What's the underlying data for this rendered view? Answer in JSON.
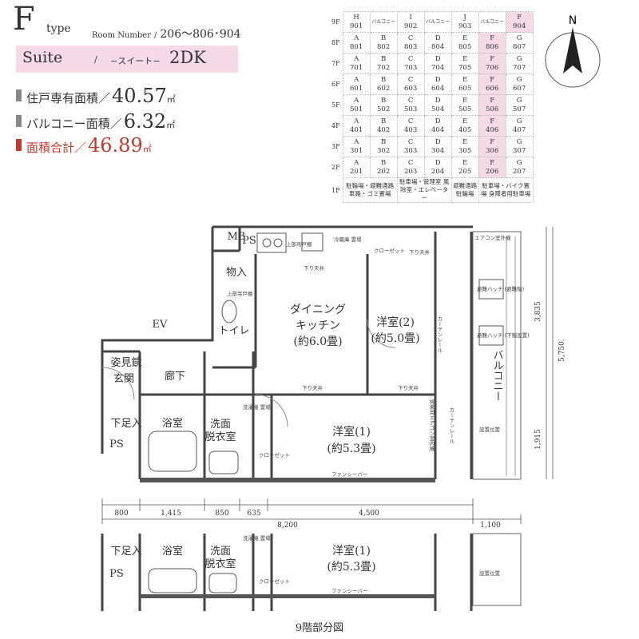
{
  "header": {
    "type_letter": "F",
    "type_word": "type",
    "room_number_label": "Room Number",
    "room_number_sep": "/",
    "room_numbers": "206〜806･904",
    "suite_label": "Suite",
    "suite_slash": "/",
    "suite_kana": "−スイート−",
    "plan_type": "2DK"
  },
  "areas": [
    {
      "label": "住戸専有面積／",
      "value": "40.57",
      "unit": "㎡",
      "highlight": false
    },
    {
      "label": "バルコニー面積／",
      "value": "6.32",
      "unit": "㎡",
      "highlight": false
    },
    {
      "label": "面積合計／",
      "value": "46.89",
      "unit": "㎡",
      "highlight": true
    }
  ],
  "unit_grid": {
    "highlight_color": "#f6dbe6",
    "floors": [
      {
        "floor": "9F",
        "cells": [
          [
            "H",
            "901"
          ],
          [
            "バルコニー"
          ],
          [
            "I",
            "902"
          ],
          [
            "バルコニー"
          ],
          [
            "J",
            "903"
          ],
          [
            "バルコニー"
          ],
          [
            "F",
            "904"
          ]
        ]
      },
      {
        "floor": "8F",
        "cells": [
          [
            "A",
            "801"
          ],
          [
            "B",
            "802"
          ],
          [
            "C",
            "803"
          ],
          [
            "D",
            "804"
          ],
          [
            "E",
            "805"
          ],
          [
            "F",
            "806"
          ],
          [
            "G",
            "807"
          ]
        ]
      },
      {
        "floor": "7F",
        "cells": [
          [
            "A",
            "701"
          ],
          [
            "B",
            "702"
          ],
          [
            "C",
            "703"
          ],
          [
            "D",
            "704"
          ],
          [
            "E",
            "705"
          ],
          [
            "F",
            "706"
          ],
          [
            "G",
            "707"
          ]
        ]
      },
      {
        "floor": "6F",
        "cells": [
          [
            "A",
            "601"
          ],
          [
            "B",
            "602"
          ],
          [
            "C",
            "603"
          ],
          [
            "D",
            "604"
          ],
          [
            "E",
            "605"
          ],
          [
            "F",
            "606"
          ],
          [
            "G",
            "607"
          ]
        ]
      },
      {
        "floor": "5F",
        "cells": [
          [
            "A",
            "501"
          ],
          [
            "B",
            "502"
          ],
          [
            "C",
            "503"
          ],
          [
            "D",
            "504"
          ],
          [
            "E",
            "505"
          ],
          [
            "F",
            "506"
          ],
          [
            "G",
            "507"
          ]
        ]
      },
      {
        "floor": "4F",
        "cells": [
          [
            "A",
            "401"
          ],
          [
            "B",
            "402"
          ],
          [
            "C",
            "403"
          ],
          [
            "D",
            "404"
          ],
          [
            "E",
            "405"
          ],
          [
            "F",
            "406"
          ],
          [
            "G",
            "407"
          ]
        ]
      },
      {
        "floor": "3F",
        "cells": [
          [
            "A",
            "301"
          ],
          [
            "B",
            "302"
          ],
          [
            "C",
            "303"
          ],
          [
            "D",
            "304"
          ],
          [
            "E",
            "305"
          ],
          [
            "F",
            "306"
          ],
          [
            "G",
            "307"
          ]
        ]
      },
      {
        "floor": "2F",
        "cells": [
          [
            "A",
            "201"
          ],
          [
            "B",
            "202"
          ],
          [
            "C",
            "203"
          ],
          [
            "D",
            "204"
          ],
          [
            "E",
            "205"
          ],
          [
            "F",
            "206"
          ],
          [
            "G",
            "207"
          ]
        ]
      }
    ],
    "ground_floor": "1F",
    "ground_cells": [
      "駐輪場・避難通路 車路・ゴミ置場",
      "駐車場・管理室 風除室・エレベーター",
      "避難通路 駐輪場",
      "駐車場・バイク置場 身障者用駐車場"
    ]
  },
  "compass": {
    "label": "N"
  },
  "plan": {
    "rooms": {
      "dining_kitchen": [
        "ダイニング",
        "キッチン",
        "(約6.0畳)"
      ],
      "western2": [
        "洋室(2)",
        "(約5.0畳)"
      ],
      "western1": [
        "洋室(1)",
        "(約5.3畳)"
      ],
      "toilet": "トイレ",
      "entrance": "玄関",
      "hallway": "廊下",
      "bath": "浴室",
      "washroom": [
        "洗面",
        "脱衣室"
      ],
      "balcony": "バルコニー",
      "mb": "MB",
      "ev": "EV",
      "storage": "物入",
      "shoes": "姿見鏡",
      "foot": "下足入",
      "ps": "PS"
    },
    "notes": {
      "upper_cabinet": "上部吊戸棚",
      "fridge": "冷蔵庫 置場",
      "closet": "クローゼット",
      "drop_ceiling": "下り天井",
      "washer": "洗濯機 置場",
      "aircon_outdoor": "エアコン室外機",
      "hatch1": "避難ハッチ (避難階)",
      "hatch2": "避難ハッチ (下階設置)",
      "curtain": "カーテンレール",
      "fancy": "ファンシーバー",
      "aircon_indoor": "将来用エアコン室内機",
      "indoor_pos": "設置位置"
    },
    "dims_bottom": [
      "800",
      "1,415",
      "850",
      "635",
      "4,500",
      "8,200",
      "1,100"
    ],
    "dims_right": [
      "3,835",
      "5,750",
      "1,915"
    ]
  },
  "caption": "9階部分図"
}
